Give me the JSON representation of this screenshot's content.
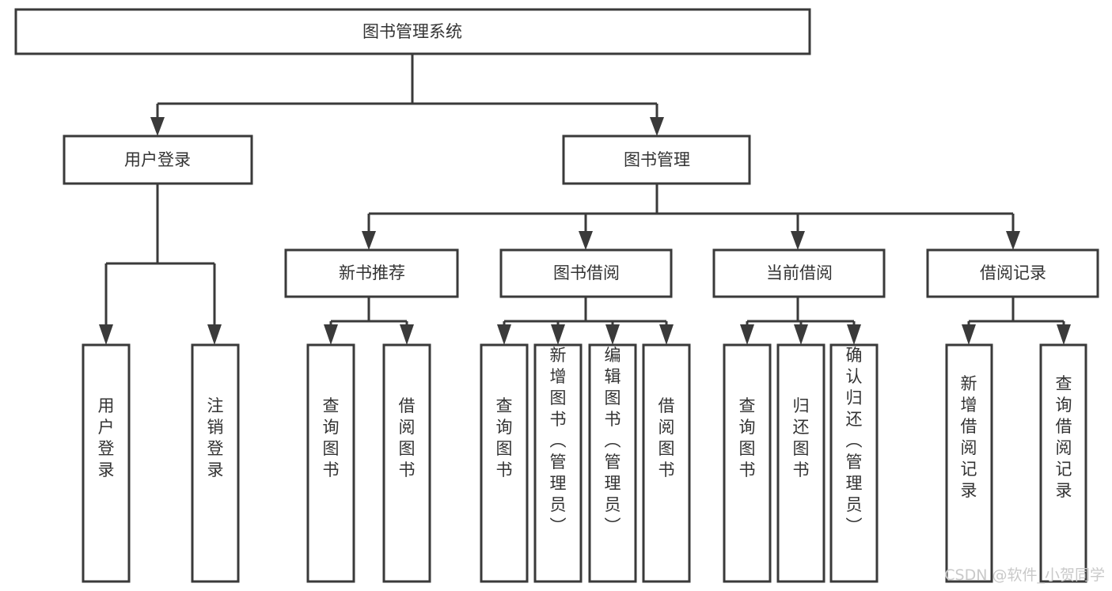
{
  "diagram": {
    "type": "tree-hierarchy",
    "title": "图书管理系统",
    "background_color": "#ffffff",
    "line_color": "#3a3a3a",
    "text_color": "#333333",
    "root": {
      "label": "图书管理系统"
    },
    "level2": [
      {
        "label": "用户登录"
      },
      {
        "label": "图书管理"
      }
    ],
    "level3": [
      {
        "label": "新书推荐"
      },
      {
        "label": "图书借阅"
      },
      {
        "label": "当前借阅"
      },
      {
        "label": "借阅记录"
      }
    ],
    "leaves": {
      "user_login": [
        {
          "label": "用户登录"
        },
        {
          "label": "注销登录"
        }
      ],
      "new_book_recommend": [
        {
          "label": "查询图书"
        },
        {
          "label": "借阅图书"
        }
      ],
      "book_borrow": [
        {
          "label": "查询图书"
        },
        {
          "label": "新增图书（管理员）"
        },
        {
          "label": "编辑图书（管理员）"
        },
        {
          "label": "借阅图书"
        }
      ],
      "current_borrow": [
        {
          "label": "查询图书"
        },
        {
          "label": "归还图书"
        },
        {
          "label": "确认归还（管理员）"
        }
      ],
      "borrow_record": [
        {
          "label": "新增借阅记录"
        },
        {
          "label": "查询借阅记录"
        }
      ]
    },
    "watermark": {
      "text": "CSDN @软件_小贺同学"
    }
  }
}
